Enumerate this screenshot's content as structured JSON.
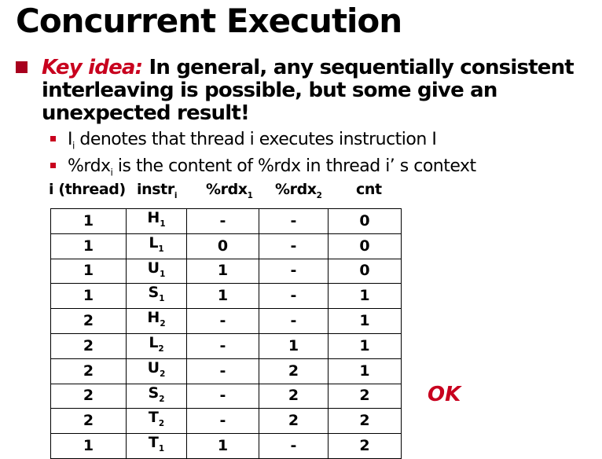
{
  "slide": {
    "title": "Concurrent Execution",
    "key_label": "Key idea:",
    "key_text": " In general, any sequentially consistent interleaving is possible, but some give an unexpected result!",
    "sub1_a": "I",
    "sub1_i": "i",
    "sub1_b": " denotes that thread i executes instruction I",
    "sub2_a": "%rdx",
    "sub2_i": "i",
    "sub2_b": " is the content of %rdx in thread i’ s context"
  },
  "table": {
    "headers": [
      {
        "main": "i (thread)",
        "sub": ""
      },
      {
        "main": "instr",
        "sub": "i"
      },
      {
        "main": "%rdx",
        "sub": "1"
      },
      {
        "main": "%rdx",
        "sub": "2"
      },
      {
        "main": "cnt",
        "sub": ""
      }
    ],
    "rows": [
      {
        "thread": "1",
        "instr": "H",
        "isub": "1",
        "rdx1": "-",
        "rdx2": "-",
        "cnt": "0"
      },
      {
        "thread": "1",
        "instr": "L",
        "isub": "1",
        "rdx1": "0",
        "rdx2": "-",
        "cnt": "0"
      },
      {
        "thread": "1",
        "instr": "U",
        "isub": "1",
        "rdx1": "1",
        "rdx2": "-",
        "cnt": "0"
      },
      {
        "thread": "1",
        "instr": "S",
        "isub": "1",
        "rdx1": "1",
        "rdx2": "-",
        "cnt": "1"
      },
      {
        "thread": "2",
        "instr": "H",
        "isub": "2",
        "rdx1": "-",
        "rdx2": "-",
        "cnt": "1"
      },
      {
        "thread": "2",
        "instr": "L",
        "isub": "2",
        "rdx1": "-",
        "rdx2": "1",
        "cnt": "1"
      },
      {
        "thread": "2",
        "instr": "U",
        "isub": "2",
        "rdx1": "-",
        "rdx2": "2",
        "cnt": "1"
      },
      {
        "thread": "2",
        "instr": "S",
        "isub": "2",
        "rdx1": "-",
        "rdx2": "2",
        "cnt": "2"
      },
      {
        "thread": "2",
        "instr": "T",
        "isub": "2",
        "rdx1": "-",
        "rdx2": "2",
        "cnt": "2"
      },
      {
        "thread": "1",
        "instr": "T",
        "isub": "1",
        "rdx1": "1",
        "rdx2": "-",
        "cnt": "2"
      }
    ]
  },
  "verdict": "OK",
  "colors": {
    "accent": "#c8001e",
    "bullet": "#a8001e"
  }
}
